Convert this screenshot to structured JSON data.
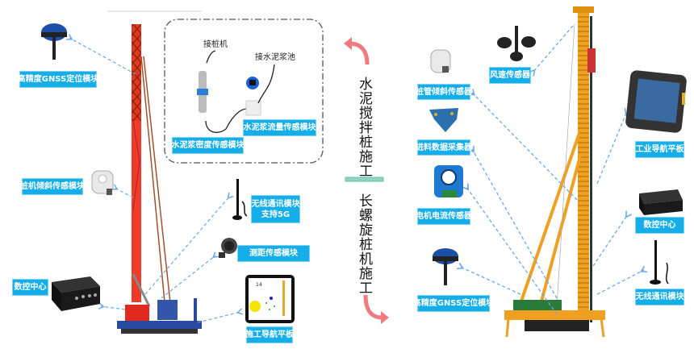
{
  "left_section": {
    "gnss_label": "高精度GNSS定位模块",
    "tilt_label": "桩机倾斜传感模块",
    "control_label": "数控中心",
    "pile_machine_note": "接桩机",
    "slurry_pool_note": "接水泥浆池",
    "density_label": "水泥浆密度传感模块",
    "flow_label": "水泥浆流量传感模块",
    "wireless_label_line1": "无线通讯模块",
    "wireless_label_line2": "支持5G",
    "distance_label": "测距传感模块",
    "tablet_label": "施工导航平板",
    "tablet_screen_value": "14"
  },
  "center": {
    "top_title": "水泥搅拌桩施工",
    "bottom_title": "长螺旋桩机施工"
  },
  "right_section": {
    "wind_label": "风速传感器",
    "pipe_tilt_label": "桩管倾斜传感器",
    "feed_label": "进料数据采集器",
    "current_label": "电机电流传感器",
    "gnss_label": "高精度GNSS定位模块",
    "tablet_label": "工业导航平板",
    "control_label": "数控中心",
    "wireless_label": "无线通讯模块"
  },
  "colors": {
    "label_bg": "#16aee9",
    "arrow": "#f07a80",
    "divider": "#8fd6c0",
    "dash": "#6aa8ec"
  }
}
